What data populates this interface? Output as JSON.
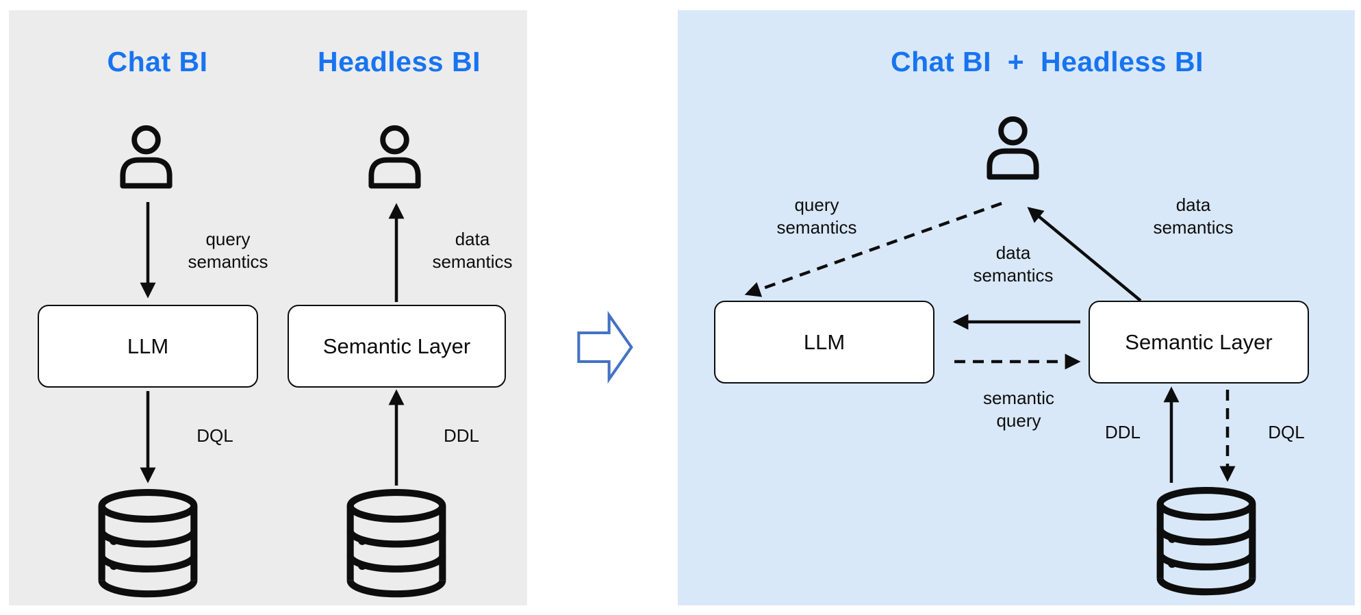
{
  "colors": {
    "title_blue": "#1774F0",
    "left_panel_bg": "#ECECEC",
    "right_panel_bg": "#D9E8F8",
    "ink": "#0D0D0D",
    "transform_arrow_blue": "#4472C4",
    "box_fill": "#FFFFFF"
  },
  "left_panel": {
    "chat_title": "Chat BI",
    "headless_title": "Headless BI",
    "chat_flow": {
      "user_icon": "person-icon",
      "query_label": "query\nsemantics",
      "llm_box": "LLM",
      "dql_label": "DQL",
      "db_icon": "database-icon"
    },
    "headless_flow": {
      "user_icon": "person-icon",
      "data_label": "data\nsemantics",
      "semantic_layer_box": "Semantic Layer",
      "ddl_label": "DDL",
      "db_icon": "database-icon"
    }
  },
  "transform": {
    "icon": "right-block-arrow-icon"
  },
  "right_panel": {
    "title": "Chat BI  +  Headless BI",
    "user_icon": "person-icon",
    "query_semantics_label": "query\nsemantics",
    "data_semantics_user_label": "data\nsemantics",
    "data_semantics_llm_label": "data\nsemantics",
    "semantic_query_label": "semantic\nquery",
    "llm_box": "LLM",
    "semantic_layer_box": "Semantic Layer",
    "ddl_label": "DDL",
    "dql_label": "DQL",
    "db_icon": "database-icon"
  }
}
